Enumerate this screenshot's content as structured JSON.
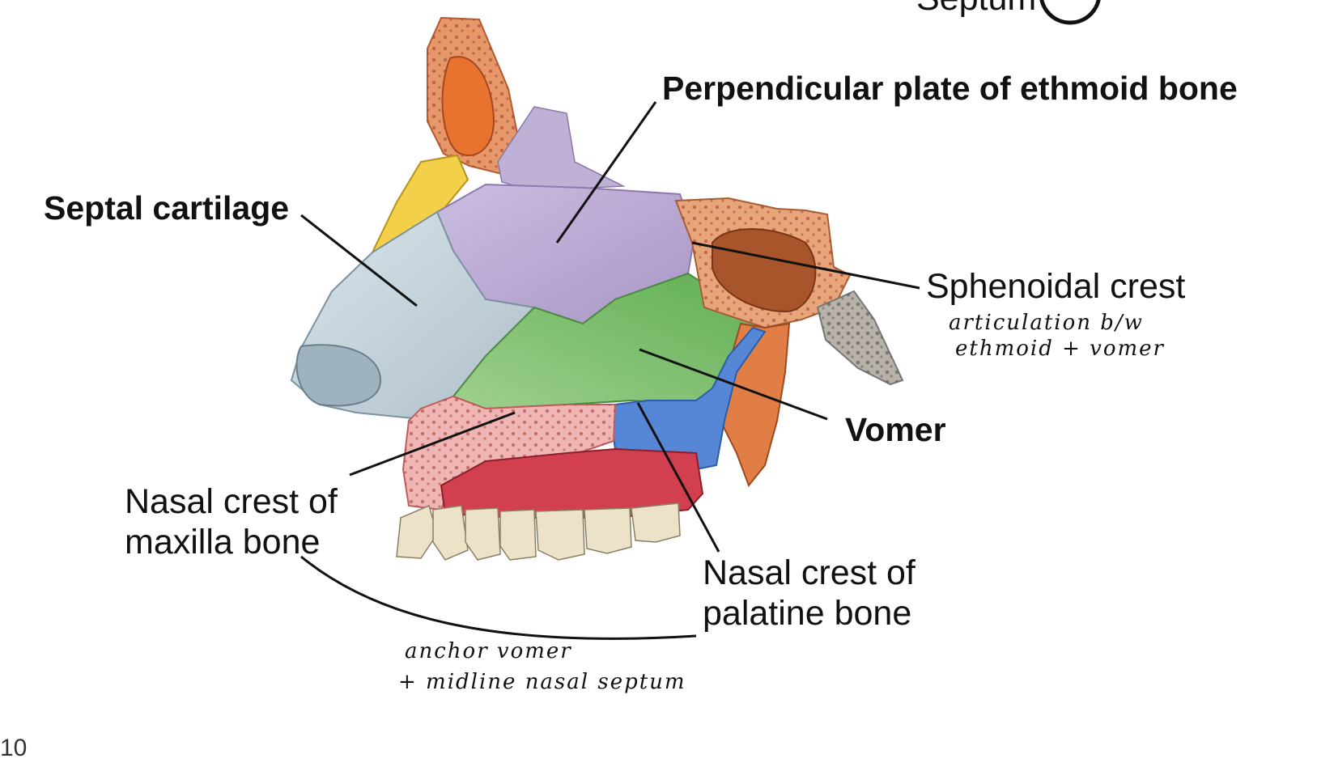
{
  "header": {
    "septum_text": "Septum"
  },
  "labels": {
    "perpendicular_plate": "Perpendicular plate of ethmoid bone",
    "septal_cartilage": "Septal cartilage",
    "sphenoidal_crest": "Sphenoidal crest",
    "vomer": "Vomer",
    "nasal_crest_maxilla_1": "Nasal crest of",
    "nasal_crest_maxilla_2": "maxilla bone",
    "nasal_crest_palatine_1": "Nasal crest of",
    "nasal_crest_palatine_2": "palatine bone"
  },
  "notes": {
    "sphenoidal_1": "articulation b/w",
    "sphenoidal_2": "ethmoid + vomer",
    "anchor_1": "anchor vomer",
    "anchor_2": "+ midline nasal septum"
  },
  "page_number": "10",
  "colors": {
    "septal_cartilage": "#c4d3dc",
    "perpendicular_plate": "#b8a6cf",
    "vomer": "#7fbf6a",
    "palatine": "#4d7fd0",
    "maxilla": "#e9a4a6",
    "palate": "#d2404f",
    "sphenoid": "#e29b6a",
    "frontal": "#e8753a",
    "nasal_bone": "#f2d04a",
    "teeth": "#ece2c8"
  }
}
